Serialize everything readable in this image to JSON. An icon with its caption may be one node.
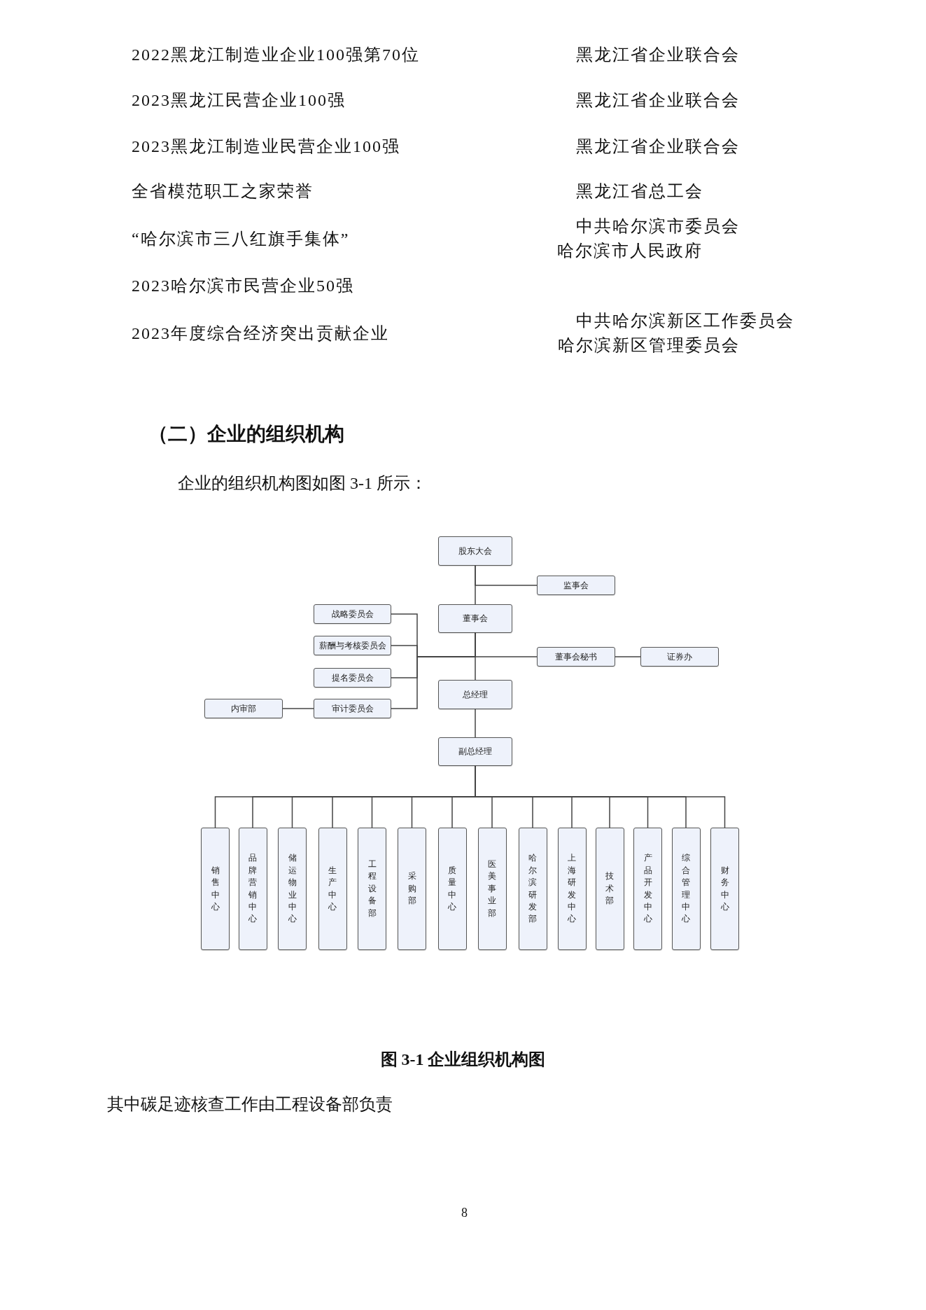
{
  "diagram": {
    "title": "（二）企业的组织机构",
    "caption": "图 3-1 企业组织机构图",
    "nodes": [
      {
        "text": [
          "股东大会"
        ]
      },
      {
        "text": [
          "监事会"
        ]
      },
      {
        "text": [
          "董事会"
        ]
      },
      {
        "text": [
          "战略委员会"
        ]
      },
      {
        "text": [
          "薪酬与考核委员会"
        ]
      },
      {
        "text": [
          "提名委员会"
        ]
      },
      {
        "text": [
          "内审部"
        ]
      },
      {
        "text": [
          "审计委员会"
        ]
      },
      {
        "text": [
          "董事会秘书"
        ]
      },
      {
        "text": [
          "证券办"
        ]
      },
      {
        "text": [
          "总经理"
        ]
      },
      {
        "text": [
          "副总经理"
        ]
      },
      {
        "text": [
          "销售中心"
        ]
      },
      {
        "text": [
          "品牌营销中心"
        ]
      },
      {
        "text": [
          "储运物业中心"
        ]
      },
      {
        "text": [
          "生产中心"
        ]
      },
      {
        "text": [
          "工程设备部"
        ]
      },
      {
        "text": [
          "采购部"
        ]
      },
      {
        "text": [
          "质量中心"
        ]
      },
      {
        "text": [
          "医美事业部"
        ]
      },
      {
        "text": [
          "哈尔滨研发部"
        ]
      },
      {
        "text": [
          "上海研发中心"
        ]
      },
      {
        "text": [
          "技术部"
        ]
      },
      {
        "text": [
          "产品开发中心"
        ]
      },
      {
        "text": [
          "综合管理中心"
        ]
      },
      {
        "text": [
          "财务中心"
        ]
      }
    ],
    "edges": [
      {
        "from": 0,
        "to": 1,
        "arrow": "none"
      },
      {
        "from": 0,
        "to": 2,
        "arrow": "none"
      },
      {
        "from": 2,
        "to": 3,
        "arrow": "none"
      },
      {
        "from": 2,
        "to": 4,
        "arrow": "none"
      },
      {
        "from": 2,
        "to": 5,
        "arrow": "none"
      },
      {
        "from": 2,
        "to": 7,
        "arrow": "none"
      },
      {
        "from": 7,
        "to": 6,
        "arrow": "none"
      },
      {
        "from": 2,
        "to": 8,
        "arrow": "none"
      },
      {
        "from": 8,
        "to": 9,
        "arrow": "none"
      },
      {
        "from": 2,
        "to": 10,
        "arrow": "none"
      },
      {
        "from": 10,
        "to": 11,
        "arrow": "none"
      },
      {
        "from": 11,
        "to": 12,
        "arrow": "none"
      },
      {
        "from": 11,
        "to": 13,
        "arrow": "none"
      },
      {
        "from": 11,
        "to": 14,
        "arrow": "none"
      },
      {
        "from": 11,
        "to": 15,
        "arrow": "none"
      },
      {
        "from": 11,
        "to": 16,
        "arrow": "none"
      },
      {
        "from": 11,
        "to": 17,
        "arrow": "none"
      },
      {
        "from": 11,
        "to": 18,
        "arrow": "none"
      },
      {
        "from": 11,
        "to": 19,
        "arrow": "none"
      },
      {
        "from": 11,
        "to": 20,
        "arrow": "none"
      },
      {
        "from": 11,
        "to": 21,
        "arrow": "none"
      },
      {
        "from": 11,
        "to": 22,
        "arrow": "none"
      },
      {
        "from": 11,
        "to": 23,
        "arrow": "none"
      },
      {
        "from": 11,
        "to": 24,
        "arrow": "none"
      },
      {
        "from": 11,
        "to": 25,
        "arrow": "none"
      }
    ],
    "labels": [
      "2022黑龙江制造业企业100强第70位",
      "黑龙江省企业联合会",
      "2023黑龙江民营企业100强",
      "黑龙江省企业联合会",
      "2023黑龙江制造业民营企业100强",
      "黑龙江省企业联合会",
      "全省模范职工之家荣誉",
      "黑龙江省总工会",
      "“哈尔滨市三八红旗手集体”",
      "中共哈尔滨市委员会",
      "哈尔滨市人民政府",
      "2023哈尔滨市民营企业50强",
      "2023年度综合经济突出贡献企业",
      "中共哈尔滨新区工作委员会",
      "哈尔滨新区管理委员会",
      "企业的组织机构图如图 3-1 所示：",
      "其中碳足迹核查工作由工程设备部负责",
      "8"
    ]
  }
}
